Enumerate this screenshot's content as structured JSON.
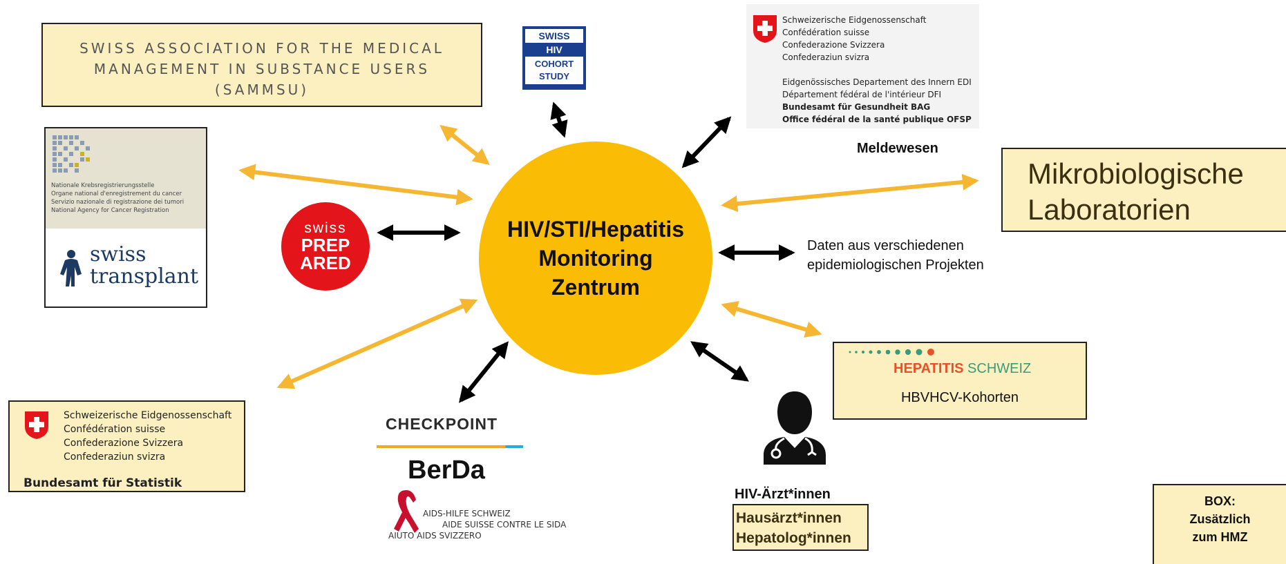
{
  "center": {
    "line1": "HIV/STI/Hepatitis",
    "line2": "Monitoring",
    "line3": "Zentrum"
  },
  "sammsu": {
    "line1": "SWISS ASSOCIATION FOR THE MEDICAL",
    "line2": "MANAGEMENT IN SUBSTANCE USERS",
    "line3": "(SAMMSU)"
  },
  "shcs": {
    "l1": "SWISS",
    "l2": "HIV",
    "l3": "COHORT",
    "l4": "STUDY"
  },
  "federal": {
    "l1": "Schweizerische Eidgenossenschaft",
    "l2": "Confédération suisse",
    "l3": "Confederazione Svizzera",
    "l4": "Confederaziun svizra",
    "d1": "Eidgenössisches Departement des Innern EDI",
    "d2": "Département fédéral de l'intérieur DFI",
    "d3": "Bundesamt für Gesundheit BAG",
    "d4": "Office fédéral de la santé publique OFSP"
  },
  "meldewesen": "Meldewesen",
  "mikro": {
    "line1": "Mikrobiologische",
    "line2": "Laboratorien"
  },
  "cancer": {
    "l1": "Nationale Krebsregistrierungsstelle",
    "l2": "Organe national d'enregistrement du cancer",
    "l3": "Servizio nazionale di registrazione dei tumori",
    "l4": "National Agency for Cancer Registration"
  },
  "swisstransplant": {
    "l1": "swiss",
    "l2": "transplant"
  },
  "prepared": {
    "l1": "swiss",
    "l2": "PREP",
    "l3": "ARED"
  },
  "daten": {
    "line1": "Daten aus verschiedenen",
    "line2": "epidemiologischen Projekten"
  },
  "hepatitis": {
    "brand1": "HEPATITIS",
    "brand2": "SCHWEIZ",
    "label": "HBVHCV-Kohorten"
  },
  "bfs": {
    "l1": "Schweizerische Eidgenossenschaft",
    "l2": "Confédération suisse",
    "l3": "Confederazione Svizzera",
    "l4": "Confederaziun svizra",
    "name": "Bundesamt für Statistik"
  },
  "checkpoint": {
    "logo": "CHECKPOINT",
    "berda": "BerDa"
  },
  "aids": {
    "l1": "AIDS-HILFE SCHWEIZ",
    "l2": "AIDE SUISSE CONTRE LE SIDA",
    "l3": "AIUTO AIDS SVIZZERO"
  },
  "doctors": {
    "hiv": "HIV-Ärzt*innen",
    "haus": "Hausärzt*innen",
    "hepa": "Hepatolog*innen"
  },
  "box": {
    "l1": "BOX:",
    "l2": "Zusätzlich",
    "l3": "zum HMZ"
  },
  "colors": {
    "orange": "#fbbc05",
    "yellow_box": "#fdf0c0",
    "arrow_orange": "#f5b731",
    "arrow_black": "#000000",
    "red": "#e3151a"
  }
}
